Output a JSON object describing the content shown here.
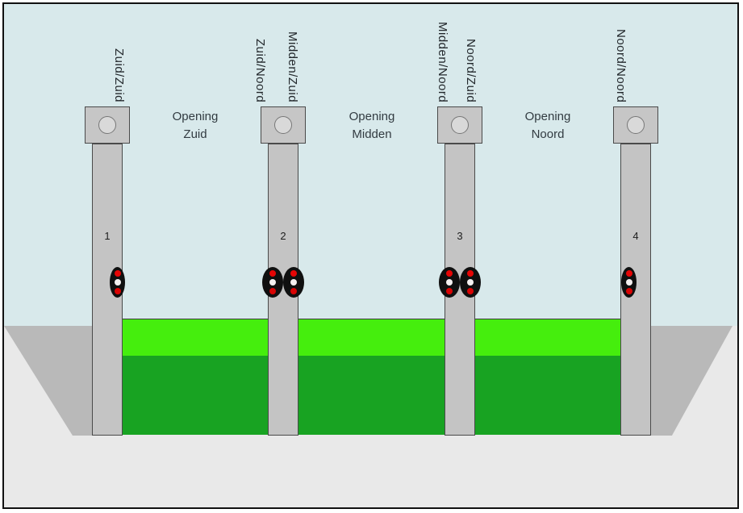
{
  "diagram": {
    "openings": [
      {
        "line1": "Opening",
        "line2": "Zuid"
      },
      {
        "line1": "Opening",
        "line2": "Midden"
      },
      {
        "line1": "Opening",
        "line2": "Noord"
      }
    ],
    "pillars": [
      {
        "number": "1",
        "label_right": "Zuid/Zuid"
      },
      {
        "number": "2",
        "label_left": "Zuid/Noord",
        "label_right": "Midden/Zuid"
      },
      {
        "number": "3",
        "label_left": "Midden/Noord",
        "label_right": "Noord/Zuid"
      },
      {
        "number": "4",
        "label_left": "Noord/Noord"
      }
    ],
    "colors": {
      "sky": "#d8e9eb",
      "ground": "#e9e9e9",
      "bank": "#b9b9b9",
      "pillar": "#c4c4c4",
      "pillar_head": "#c6c6c6",
      "head_circle": "#d9d9d9",
      "gate_top_green": "#45ee0d",
      "gate_bottom_green": "#18a322",
      "signal_body": "#101010",
      "signal_red": "#e60505",
      "signal_white": "#f4f0f0"
    }
  }
}
